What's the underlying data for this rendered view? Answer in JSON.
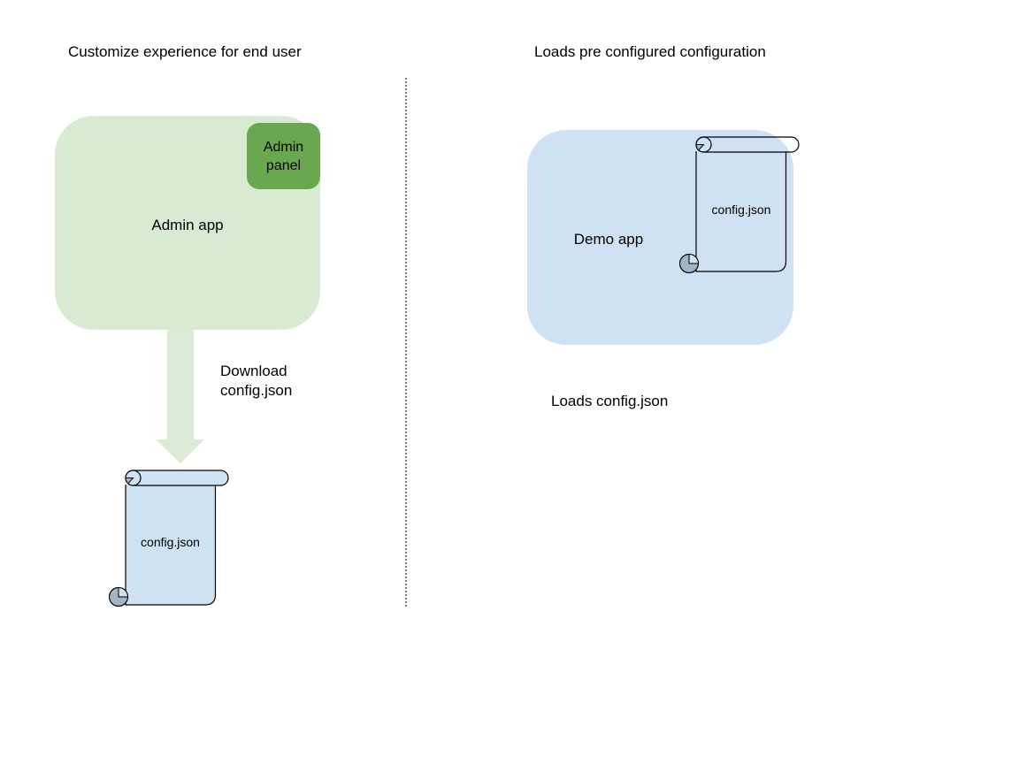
{
  "left_panel": {
    "title": "Customize experience for end user",
    "admin_app_label": "Admin app",
    "admin_panel_label": "Admin panel",
    "arrow_label": "Download\nconfig.json",
    "scroll_label": "config.json"
  },
  "right_panel": {
    "title": "Loads pre configured configuration",
    "demo_app_label": "Demo app",
    "scroll_label": "config.json",
    "caption": "Loads config.json"
  },
  "colors": {
    "admin_app_fill": "#d9ead3",
    "admin_panel_fill": "#6aa84f",
    "arrow_fill": "#dcebd6",
    "demo_app_fill": "#cfe2f3",
    "scroll_fill": "#cfe2f3",
    "scroll_curl_gray": "#a2b5c5",
    "outline_black": "#000000",
    "divider_gray": "#7f7f7f"
  }
}
